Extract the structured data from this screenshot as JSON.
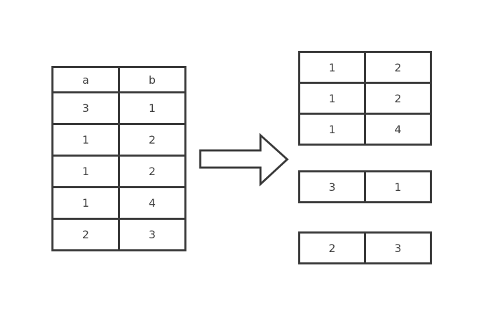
{
  "diagram": {
    "colors": {
      "line": "#3a3a3a",
      "text": "#404040",
      "background": "#ffffff"
    },
    "source_table": {
      "headers": [
        "a",
        "b"
      ],
      "rows": [
        [
          "3",
          "1"
        ],
        [
          "1",
          "2"
        ],
        [
          "1",
          "2"
        ],
        [
          "1",
          "4"
        ],
        [
          "2",
          "3"
        ]
      ]
    },
    "arrow": "right-block-arrow",
    "groups": [
      {
        "rows": [
          [
            "1",
            "2"
          ],
          [
            "1",
            "2"
          ],
          [
            "1",
            "4"
          ]
        ]
      },
      {
        "rows": [
          [
            "3",
            "1"
          ]
        ]
      },
      {
        "rows": [
          [
            "2",
            "3"
          ]
        ]
      }
    ]
  }
}
